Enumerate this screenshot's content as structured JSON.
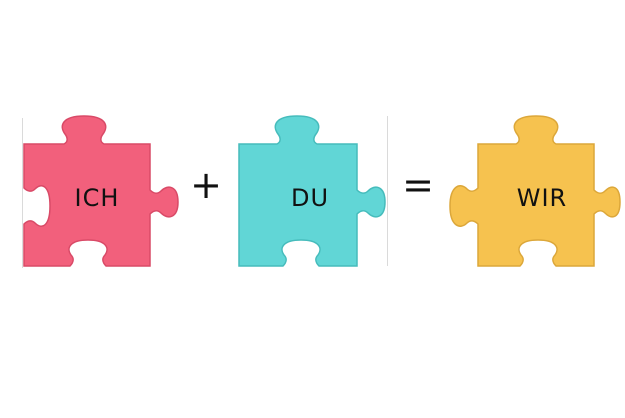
{
  "pieces": [
    {
      "label": "ICH",
      "color": "#f2607c",
      "edge": "#d94a67"
    },
    {
      "label": "DU",
      "color": "#61d6d6",
      "edge": "#46bcbc"
    },
    {
      "label": "WIR",
      "color": "#f6c24f",
      "edge": "#dca73a"
    }
  ],
  "operators": {
    "plus": "+",
    "equals": "="
  }
}
